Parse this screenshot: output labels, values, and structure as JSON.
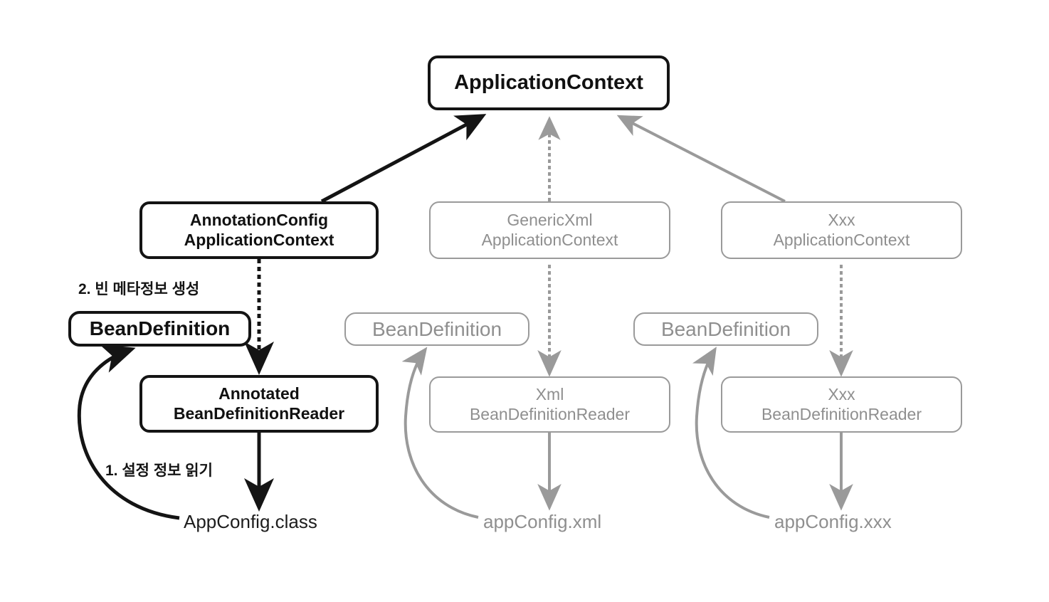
{
  "diagram": {
    "title_node": {
      "label": "ApplicationContext"
    },
    "columns": [
      {
        "key": "annotation",
        "style": "primary",
        "context": {
          "line1": "AnnotationConfig",
          "line2": "ApplicationContext"
        },
        "bean_definition": {
          "label": "BeanDefinition"
        },
        "reader": {
          "line1": "Annotated",
          "line2": "BeanDefinitionReader"
        },
        "config_file": {
          "label": "AppConfig.class"
        },
        "step_label_read": "1. 설정 정보 읽기",
        "step_label_create": "2. 빈 메타정보 생성"
      },
      {
        "key": "xml",
        "style": "secondary",
        "context": {
          "line1": "GenericXml",
          "line2": "ApplicationContext"
        },
        "bean_definition": {
          "label": "BeanDefinition"
        },
        "reader": {
          "line1": "Xml",
          "line2": "BeanDefinitionReader"
        },
        "config_file": {
          "label": "appConfig.xml"
        }
      },
      {
        "key": "xxx",
        "style": "secondary",
        "context": {
          "line1": "Xxx",
          "line2": "ApplicationContext"
        },
        "bean_definition": {
          "label": "BeanDefinition"
        },
        "reader": {
          "line1": "Xxx",
          "line2": "BeanDefinitionReader"
        },
        "config_file": {
          "label": "appConfig.xxx"
        }
      }
    ],
    "colors": {
      "dark_stroke": "#141414",
      "light_stroke": "#9a9a9a",
      "dark_text": "#111111",
      "light_text": "#8f8f8f",
      "background": "#ffffff"
    }
  }
}
